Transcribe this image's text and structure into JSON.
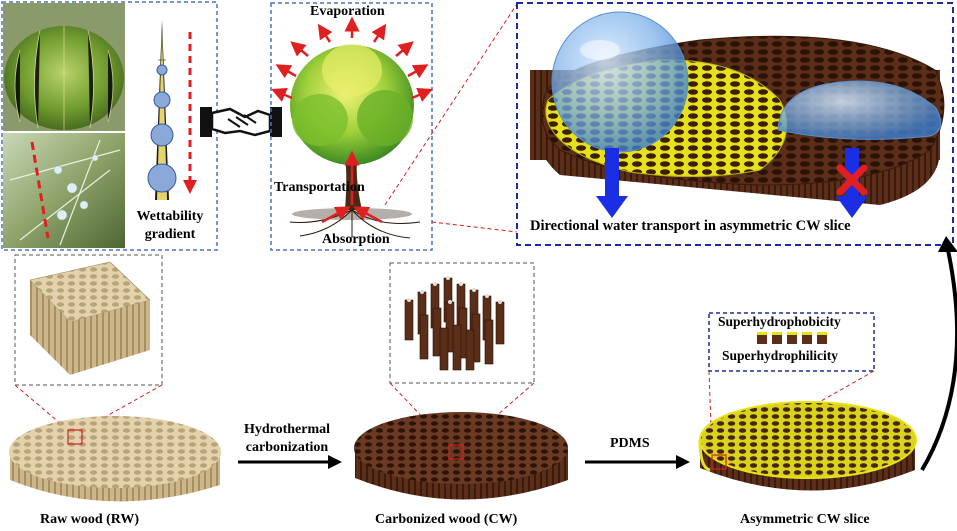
{
  "top": {
    "panel1_label": "Wettability gradient",
    "panel1_label_line1": "Wettability",
    "panel1_label_line2": "gradient",
    "tree": {
      "evaporation": "Evaporation",
      "transportation": "Transportation",
      "absorption": "Absorption"
    },
    "directional_caption": "Directional water transport in asymmetric CW slice"
  },
  "bottom": {
    "raw_wood": "Raw wood (RW)",
    "carbonized_wood": "Carbonized wood (CW)",
    "asymmetric": "Asymmetric CW slice",
    "step1_line1": "Hydrothermal",
    "step1_line2": "carbonization",
    "step2": "PDMS",
    "legend_top": "Superhydrophobicity",
    "legend_bottom": "Superhydrophilicity"
  },
  "colors": {
    "panel_border_blue": "#4a74c4",
    "dark_blue": "#1f2a9c",
    "red_dashed": "#d62020",
    "wood_raw": "#d7c39a",
    "wood_carbon": "#5a2e1a",
    "yellow_coat": "#e6e21a",
    "arrow_blue": "#1a2ee6"
  },
  "icons": [
    "cactus-photo",
    "spine-droplet-photo",
    "handshake-icon",
    "tree-icon",
    "cross-icon"
  ]
}
